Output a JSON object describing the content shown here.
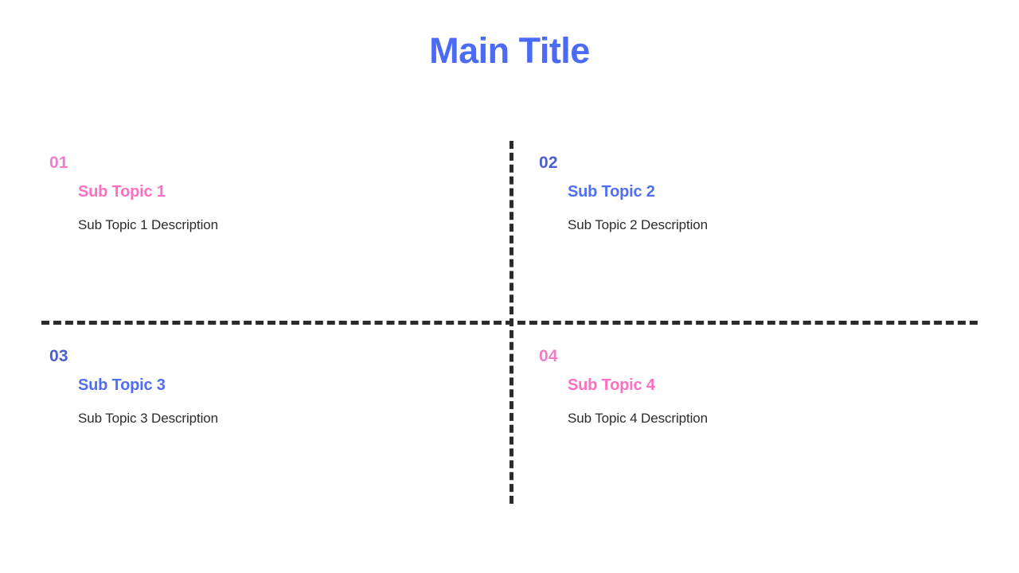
{
  "slide": {
    "background_color": "#ffffff",
    "title": "Main Title",
    "title_color": "#4B6BF5"
  },
  "dividers": {
    "horizontal_color": "#2b2b2b",
    "vertical_color": "#2b2b2b",
    "style": "dashed"
  },
  "quadrants": [
    {
      "number": "01",
      "number_color": "#F07EC8",
      "subtitle": "Sub Topic 1",
      "subtitle_color": "#FF6FC0",
      "description": "Sub Topic 1 Description",
      "description_color": "#2b2b2b"
    },
    {
      "number": "02",
      "number_color": "#4A5FD0",
      "subtitle": "Sub Topic 2",
      "subtitle_color": "#4F6EF5",
      "description": "Sub Topic 2 Description",
      "description_color": "#2b2b2b"
    },
    {
      "number": "03",
      "number_color": "#4A5FD0",
      "subtitle": "Sub Topic 3",
      "subtitle_color": "#4F6EF5",
      "description": "Sub Topic 3 Description",
      "description_color": "#2b2b2b"
    },
    {
      "number": "04",
      "number_color": "#F07EC8",
      "subtitle": "Sub Topic 4",
      "subtitle_color": "#FF6FC0",
      "description": "Sub Topic 4 Description",
      "description_color": "#2b2b2b"
    }
  ]
}
